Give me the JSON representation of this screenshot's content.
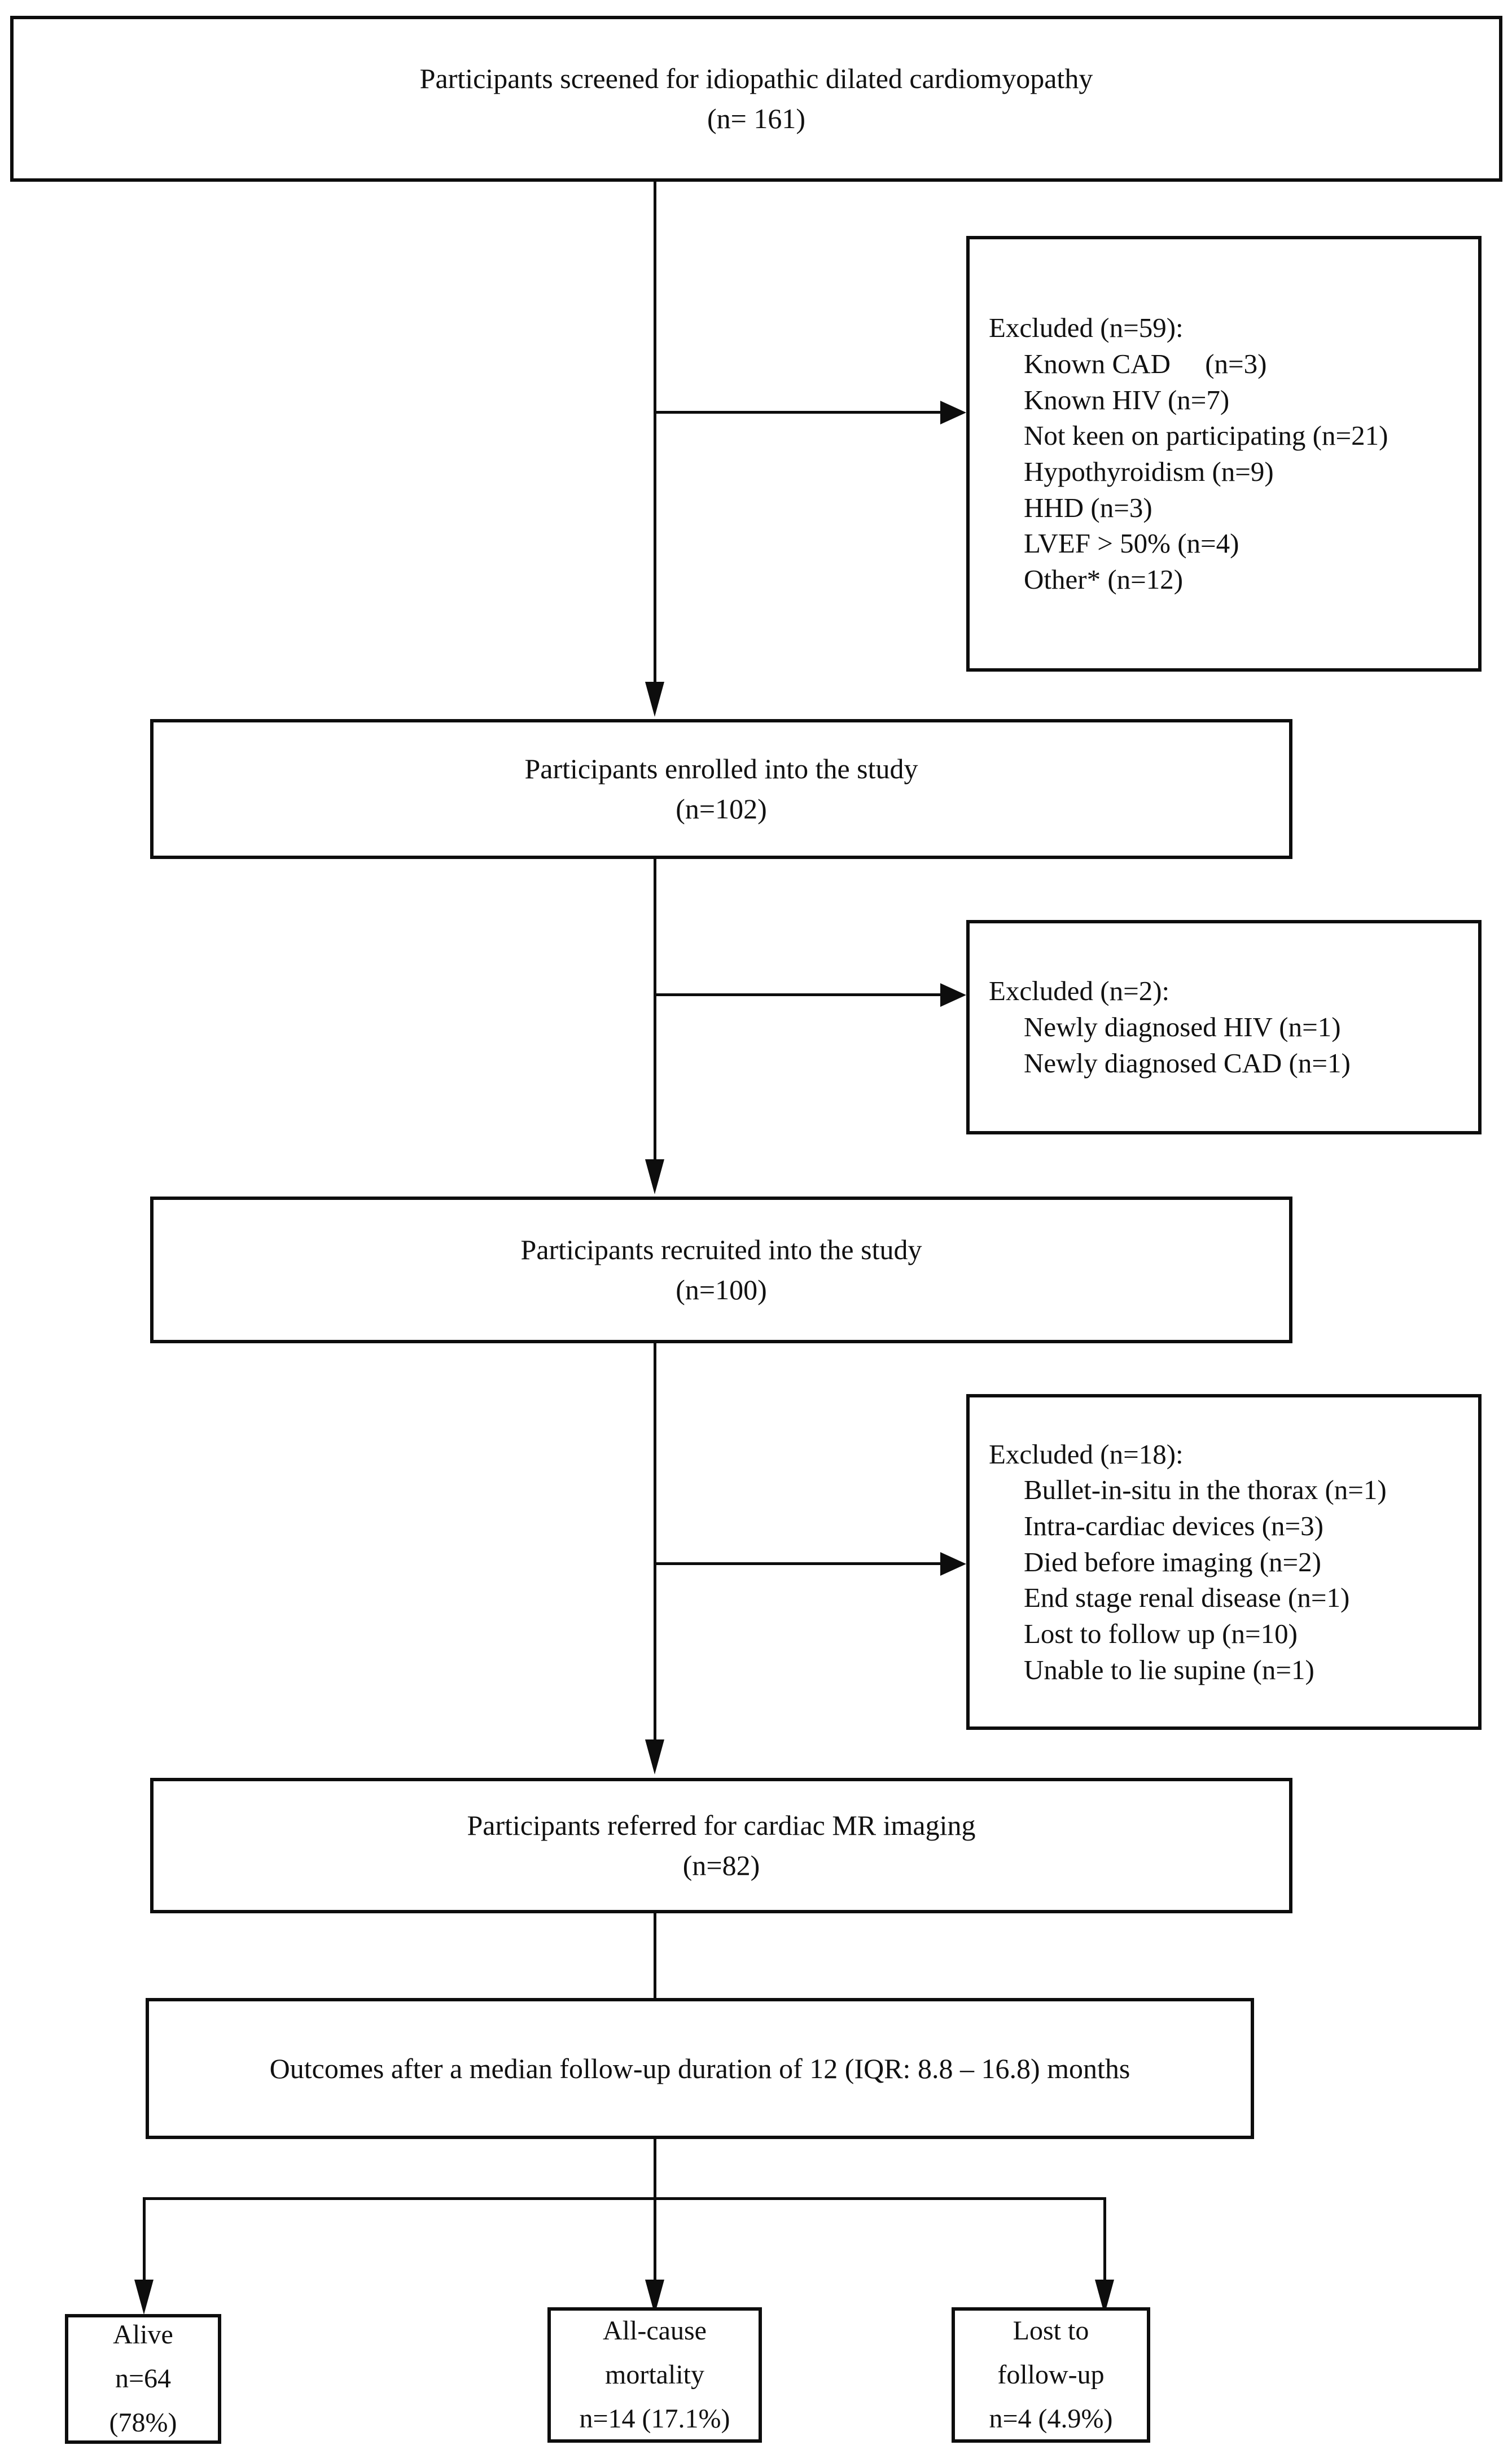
{
  "diagram": {
    "type": "participant-flow-chart",
    "title": "Participant flow diagram",
    "accent_color": "#0d0d0d",
    "background_color": "#ffffff"
  },
  "stream": [
    {
      "id": "screened",
      "line1": "Participants screened for idiopathic dilated cardiomyopathy",
      "line2": "(n= 161)"
    },
    {
      "id": "enrolled",
      "line1": "Participants enrolled into the study",
      "line2": "(n=102)"
    },
    {
      "id": "recruited",
      "line1": "Participants recruited into the study",
      "line2": "(n=100)"
    },
    {
      "id": "referred",
      "line1": "Participants referred for cardiac MR imaging",
      "line2": "(n=82)"
    },
    {
      "id": "outcomes",
      "line1": "Outcomes after a median follow-up duration of 12 (IQR: 8.8 – 16.8) months",
      "line2": ""
    }
  ],
  "exclusions": [
    {
      "id": "excluded-59",
      "heading": "Excluded (n=59):",
      "items": [
        "Known CAD     (n=3)",
        "Known HIV (n=7)",
        "Not keen on participating (n=21)",
        "Hypothyroidism (n=9)",
        "HHD (n=3)",
        "LVEF > 50% (n=4)",
        "Other* (n=12)"
      ]
    },
    {
      "id": "excluded-2",
      "heading": "Excluded (n=2):",
      "items": [
        "Newly diagnosed HIV (n=1)",
        "Newly diagnosed CAD (n=1)"
      ]
    },
    {
      "id": "excluded-18",
      "heading": "Excluded (n=18):",
      "items": [
        "Bullet-in-situ in the thorax (n=1)",
        "Intra-cardiac devices (n=3)",
        "Died before imaging (n=2)",
        "End stage renal disease (n=1)",
        "Lost to follow up (n=10)",
        "Unable to lie supine (n=1)"
      ]
    }
  ],
  "outcomes": [
    {
      "id": "alive",
      "line1": "Alive",
      "line2": "n=64 (78%)",
      "line3": ""
    },
    {
      "id": "all-cause-mortality",
      "line1": "All-cause mortality",
      "line2": "n=14 (17.1%)",
      "line3": ""
    },
    {
      "id": "lost-to-follow-up",
      "line1": "Lost to",
      "line2": "follow-up",
      "line3": "n=4 (4.9%)"
    }
  ]
}
